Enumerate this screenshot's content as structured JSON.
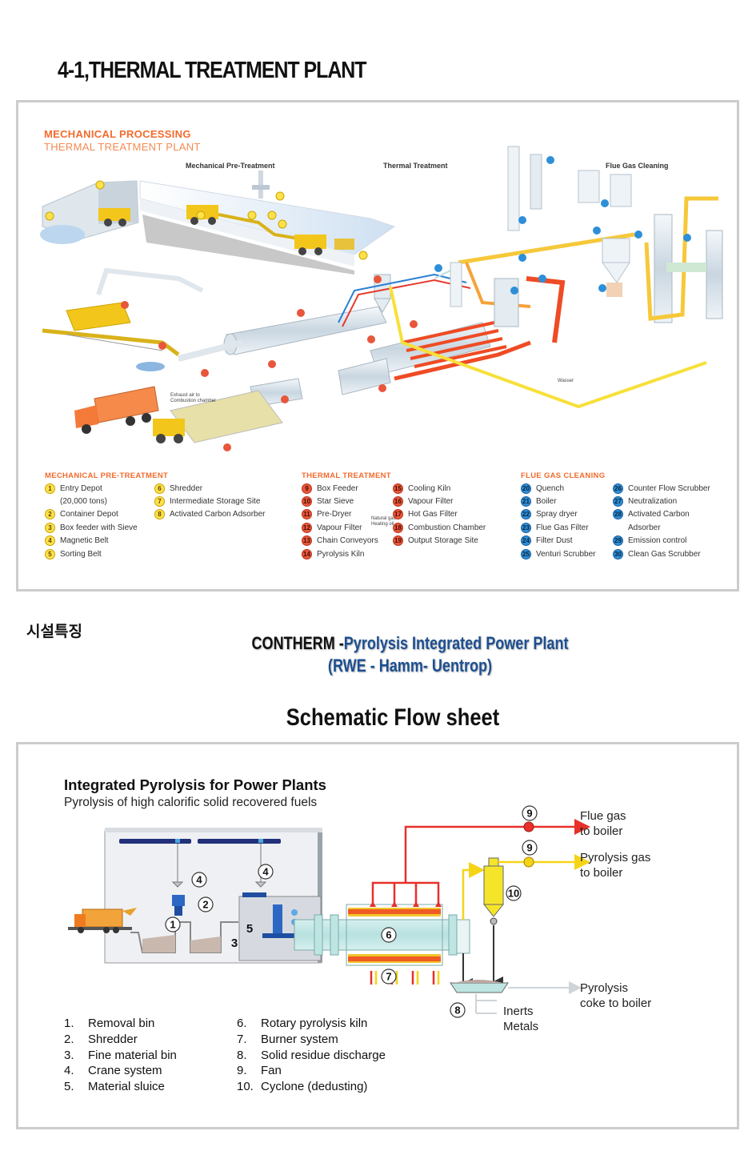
{
  "page_title": "4-1,THERMAL TREATMENT  PLANT",
  "diagram1": {
    "title": "MECHANICAL PROCESSING",
    "subtitle": "THERMAL TREATMENT PLANT",
    "section_labels": {
      "mechanical": "Mechanical Pre-Treatment",
      "thermal": "Thermal Treatment",
      "flue": "Flue Gas Cleaning"
    },
    "notes": {
      "exhaust": "Exhaust air to\nCombustion chamber",
      "natural_gas": "Natural gas/\nHeating oil",
      "wasser": "Wasser"
    },
    "legend": {
      "mechanical": {
        "heading": "MECHANICAL PRE-TREATMENT",
        "color": "yellow",
        "col1": [
          {
            "num": "1",
            "label": "Entry Depot"
          },
          {
            "num": "",
            "label": "(20,000 tons)"
          },
          {
            "num": "2",
            "label": "Container Depot"
          },
          {
            "num": "3",
            "label": "Box feeder with Sieve"
          },
          {
            "num": "4",
            "label": "Magnetic Belt"
          },
          {
            "num": "5",
            "label": "Sorting Belt"
          }
        ],
        "col2": [
          {
            "num": "6",
            "label": "Shredder"
          },
          {
            "num": "7",
            "label": "Intermediate Storage Site"
          },
          {
            "num": "8",
            "label": "Activated Carbon Adsorber"
          }
        ]
      },
      "thermal": {
        "heading": "THERMAL TREATMENT",
        "color": "red",
        "col1": [
          {
            "num": "9",
            "label": "Box Feeder"
          },
          {
            "num": "10",
            "label": "Star Sieve"
          },
          {
            "num": "11",
            "label": "Pre-Dryer"
          },
          {
            "num": "12",
            "label": "Vapour Filter"
          },
          {
            "num": "13",
            "label": "Chain Conveyors"
          },
          {
            "num": "14",
            "label": "Pyrolysis Kiln"
          }
        ],
        "col2": [
          {
            "num": "15",
            "label": "Cooling Kiln"
          },
          {
            "num": "16",
            "label": "Vapour Filter"
          },
          {
            "num": "17",
            "label": "Hot Gas Filter"
          },
          {
            "num": "18",
            "label": "Combustion Chamber"
          },
          {
            "num": "19",
            "label": "Output Storage Site"
          }
        ]
      },
      "flue": {
        "heading": "FLUE GAS CLEANING",
        "color": "blue",
        "col1": [
          {
            "num": "20",
            "label": "Quench"
          },
          {
            "num": "21",
            "label": "Boiler"
          },
          {
            "num": "22",
            "label": "Spray dryer"
          },
          {
            "num": "23",
            "label": "Flue Gas Filter"
          },
          {
            "num": "24",
            "label": "Filter Dust"
          },
          {
            "num": "25",
            "label": "Venturi Scrubber"
          }
        ],
        "col2": [
          {
            "num": "26",
            "label": "Counter Flow Scrubber"
          },
          {
            "num": "27",
            "label": "Neutralization"
          },
          {
            "num": "28",
            "label": "Activated Carbon"
          },
          {
            "num": "",
            "label": "Adsorber"
          },
          {
            "num": "29",
            "label": "Emission control"
          },
          {
            "num": "30",
            "label": "Clean Gas Scrubber"
          }
        ]
      }
    }
  },
  "features_label": "시설특징",
  "contherm": {
    "prefix": "CONTHERM -",
    "name": "Pyrolysis Integrated Power Plant",
    "location": "(RWE - Hamm- Uentrop)"
  },
  "schematic_title": "Schematic Flow sheet",
  "diagram2": {
    "title": "Integrated Pyrolysis for Power Plants",
    "subtitle": "Pyrolysis of high calorific solid recovered fuels",
    "outputs": {
      "flue_gas": "Flue gas\nto boiler",
      "pyrolysis_gas": "Pyrolysis gas\nto boiler",
      "coke": "Pyrolysis\ncoke to boiler",
      "inerts": "Inerts\nMetals"
    },
    "callouts": [
      "1",
      "2",
      "3",
      "4",
      "4",
      "5",
      "6",
      "7",
      "8",
      "9",
      "9",
      "10"
    ],
    "legend_col1": [
      {
        "n": "1.",
        "label": "Removal bin"
      },
      {
        "n": "2.",
        "label": "Shredder"
      },
      {
        "n": "3.",
        "label": "Fine material bin"
      },
      {
        "n": "4.",
        "label": "Crane system"
      },
      {
        "n": "5.",
        "label": "Material sluice"
      }
    ],
    "legend_col2": [
      {
        "n": "6.",
        "label": "Rotary pyrolysis kiln"
      },
      {
        "n": "7.",
        "label": "Burner system"
      },
      {
        "n": "8.",
        "label": "Solid residue discharge"
      },
      {
        "n": "9.",
        "label": "Fan"
      },
      {
        "n": "10.",
        "label": "Cyclone (dedusting)"
      }
    ]
  },
  "colors": {
    "accent_orange": "#f26b2d",
    "title_blue": "#1d4f91",
    "frame_gray": "#cccccc",
    "flue_red": "#e8302a",
    "gas_yellow": "#f5d417"
  }
}
